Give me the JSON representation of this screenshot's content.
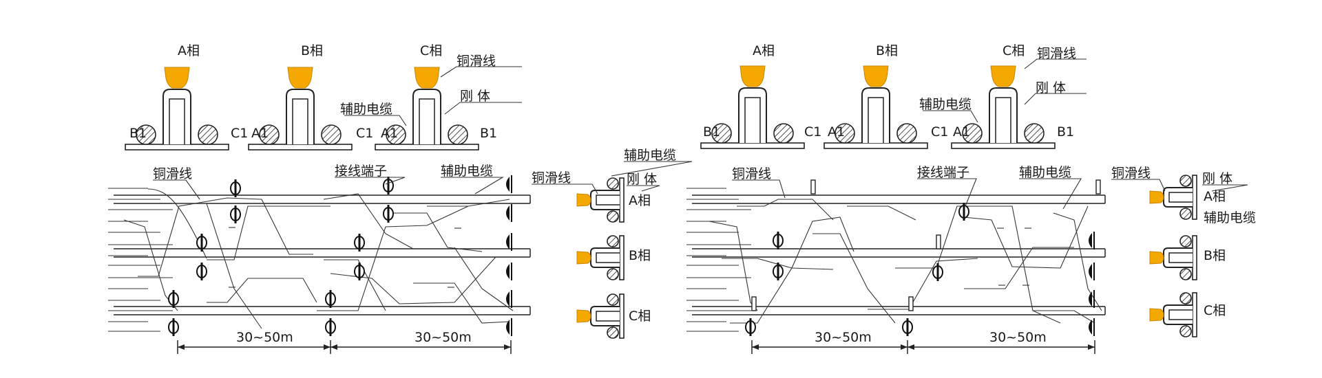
{
  "cross_sections": {
    "phase_labels": [
      "A相",
      "B相",
      "C相"
    ],
    "side_cables": [
      [
        "B1",
        "C1"
      ],
      [
        "A1",
        "C1"
      ],
      [
        "A1",
        "B1"
      ]
    ],
    "copper_wire": "铜滑线",
    "rigid_body": "刚 体",
    "aux_cable": "辅助电缆"
  },
  "left_plan": {
    "copper_wire": "铜滑线",
    "terminal": "接线端子",
    "aux_cable": "辅助电缆",
    "dim_1": "30~50m",
    "dim_2": "30~50m"
  },
  "left_side": {
    "aux_cable": "辅助电缆",
    "copper_wire": "铜滑线",
    "rigid_body": "刚 体",
    "phases": [
      "A相",
      "B相",
      "C相"
    ]
  },
  "right_plan": {
    "copper_wire": "铜滑线",
    "terminal": "接线端子",
    "aux_cable": "辅助电缆",
    "dim_1": "30~50m",
    "dim_2": "30~50m"
  },
  "right_side": {
    "copper_wire": "铜滑线",
    "rigid_body": "刚 体",
    "aux_cable": "辅助电缆",
    "phases": [
      "A相",
      "B相",
      "C相"
    ]
  },
  "colors": {
    "copper": "#f5a800",
    "line": "#222222"
  }
}
